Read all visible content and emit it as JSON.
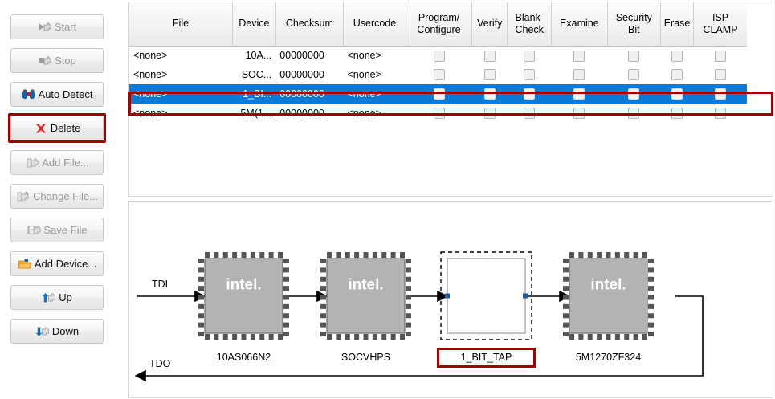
{
  "toolbar": {
    "buttons": [
      {
        "label": "Start",
        "icon": "start-hand-icon",
        "enabled": false,
        "selected": false
      },
      {
        "label": "Stop",
        "icon": "stop-hand-icon",
        "enabled": false,
        "selected": false
      },
      {
        "label": "Auto Detect",
        "icon": "binoculars-icon",
        "enabled": true,
        "selected": false
      },
      {
        "label": "Delete",
        "icon": "red-x-icon",
        "enabled": true,
        "selected": true
      },
      {
        "label": "Add File...",
        "icon": "add-file-hand-icon",
        "enabled": false,
        "selected": false
      },
      {
        "label": "Change File...",
        "icon": "change-file-hand-icon",
        "enabled": false,
        "selected": false
      },
      {
        "label": "Save File",
        "icon": "save-file-icon",
        "enabled": false,
        "selected": false
      },
      {
        "label": "Add Device...",
        "icon": "open-folder-icon",
        "enabled": true,
        "selected": false
      },
      {
        "label": "Up",
        "icon": "arrow-up-icon",
        "enabled": true,
        "selected": false
      },
      {
        "label": "Down",
        "icon": "arrow-down-icon",
        "enabled": true,
        "selected": false
      }
    ]
  },
  "table": {
    "columns": [
      {
        "key": "file",
        "label": "File"
      },
      {
        "key": "device",
        "label": "Device"
      },
      {
        "key": "checksum",
        "label": "Checksum"
      },
      {
        "key": "usercode",
        "label": "Usercode"
      },
      {
        "key": "program",
        "label": "Program/ Configure"
      },
      {
        "key": "verify",
        "label": "Verify"
      },
      {
        "key": "blank",
        "label": "Blank- Check"
      },
      {
        "key": "examine",
        "label": "Examine"
      },
      {
        "key": "security",
        "label": "Security Bit"
      },
      {
        "key": "erase",
        "label": "Erase"
      },
      {
        "key": "isp",
        "label": "ISP CLAMP"
      }
    ],
    "rows": [
      {
        "file": "<none>",
        "device": "10A...",
        "checksum": "00000000",
        "usercode": "<none>",
        "checks": [
          false,
          false,
          false,
          false,
          false,
          false,
          false
        ],
        "selected": false
      },
      {
        "file": "<none>",
        "device": "SOC...",
        "checksum": "00000000",
        "usercode": "<none>",
        "checks": [
          false,
          false,
          false,
          false,
          false,
          false,
          false
        ],
        "selected": false
      },
      {
        "file": "<none>",
        "device": "1_BI...",
        "checksum": "00000000",
        "usercode": "<none>",
        "checks": [
          false,
          false,
          false,
          false,
          false,
          false,
          false
        ],
        "selected": true
      },
      {
        "file": "<none>",
        "device": "5M(1...",
        "checksum": "00000000",
        "usercode": "<none>",
        "checks": [
          false,
          false,
          false,
          false,
          false,
          false,
          false
        ],
        "selected": false
      }
    ]
  },
  "diagram": {
    "tdi_label": "TDI",
    "tdo_label": "TDO",
    "devices": [
      {
        "name": "10AS066N2",
        "brand": "intel.",
        "selected": false
      },
      {
        "name": "SOCVHPS",
        "brand": "intel.",
        "selected": false
      },
      {
        "name": "1_BIT_TAP",
        "brand": "",
        "selected": true
      },
      {
        "name": "5M1270ZF324",
        "brand": "intel.",
        "selected": false
      }
    ]
  },
  "colors": {
    "selection_red": "#9e0000",
    "row_blue": "#0b7ad6",
    "chip_gray": "#b3b3b3",
    "handle_blue": "#1b5fa8"
  }
}
